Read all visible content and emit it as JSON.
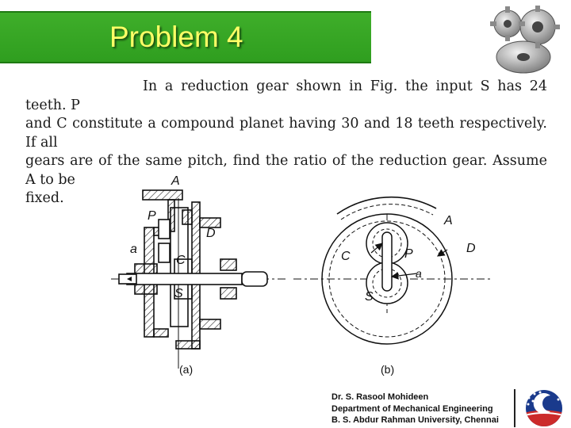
{
  "slide": {
    "title": "Problem 4"
  },
  "problem": {
    "line1": "In a reduction gear shown in Fig.        the input S has 24 teeth. P",
    "line2": "and C constitute a compound planet having 30 and 18 teeth respectively. If all",
    "line3": "gears are of the same pitch, find the ratio of the reduction gear. Assume A to be",
    "line4": "fixed."
  },
  "diagram": {
    "labels": {
      "A": "A",
      "P": "P",
      "D": "D",
      "a": "a",
      "C": "C",
      "S": "S"
    },
    "captions": {
      "a": "(a)",
      "b": "(b)"
    }
  },
  "footer": {
    "name": "Dr. S. Rasool Mohideen",
    "department": "Department of Mechanical Engineering",
    "university": "B. S. Abdur Rahman University, Chennai"
  },
  "icons": {
    "header_logo": "gears-icon",
    "footer_logo": "university-emblem-icon"
  },
  "colors": {
    "title_bar": "#2f9e1f",
    "title_text": "#ffff66",
    "emblem": "#1a3a8c"
  }
}
